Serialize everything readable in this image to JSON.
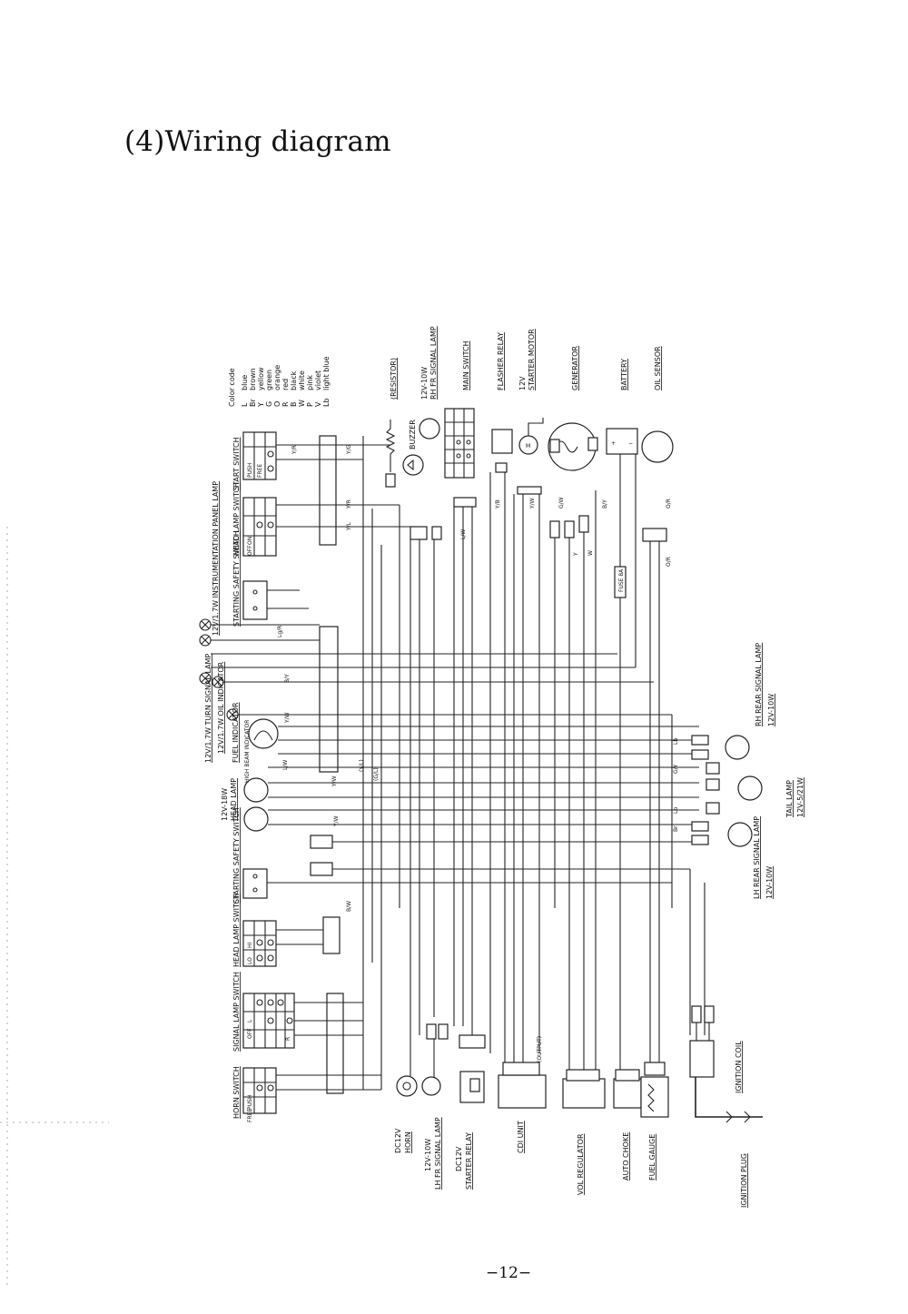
{
  "page": {
    "title": "(4)Wiring diagram",
    "page_number": "−12−"
  },
  "color_code": {
    "heading": "Color code",
    "entries": [
      {
        "code": "L",
        "name": "blue"
      },
      {
        "code": "Br",
        "name": "brown"
      },
      {
        "code": "Y",
        "name": "yellow"
      },
      {
        "code": "G",
        "name": "green"
      },
      {
        "code": "O",
        "name": "orange"
      },
      {
        "code": "R",
        "name": "red"
      },
      {
        "code": "B",
        "name": "black"
      },
      {
        "code": "W",
        "name": "white"
      },
      {
        "code": "P",
        "name": "pink"
      },
      {
        "code": "V",
        "name": "violet"
      },
      {
        "code": "Lb",
        "name": "light blue"
      }
    ]
  },
  "top_components": {
    "resistor": "(RESISTOR)",
    "buzzer": "BUZZER",
    "rh_fr_signal_lamp": [
      "12V-10W",
      "RH FR SIGNAL LAMP"
    ],
    "main_switch": "MAIN SWITCH",
    "flasher_relay": "FLASHER RELAY",
    "starter_motor": [
      "12V",
      "STARTER MOTOR"
    ],
    "generator": "GENERATOR",
    "battery": "BATTERY",
    "oil_sensor": "OIL SENSOR",
    "fuse": "FUSE 8A"
  },
  "left_components": {
    "start_switch": {
      "label": "START SWITCH",
      "rows": [
        "FREE",
        "PUSH"
      ]
    },
    "instrumentation_panel_lamp": "12V/1.7W INSTRUMENTATION PANEL LAMP",
    "head_lamp_switch_1": {
      "label": "HEAD LAMP SWITCH",
      "rows": [
        "ON",
        "OFF"
      ]
    },
    "starting_safety_switch_1": "STARTING SAFETY SWITCH",
    "turn_signal_lamp": "12V/1.7W TURN SIGNAL LAMP",
    "oil_indicator": "12V/1.7W OIL INDICATOR",
    "fuel_indicator": "FUEL INDICATOR",
    "head_lamp": [
      "12V-18W",
      "HEAD LAMP"
    ],
    "high_beam_indicator": "HIGH BEAM INDICATOR",
    "starting_safety_switch_2": "STARTING SAFETY SWITCH",
    "head_lamp_switch_2": {
      "label": "HEAD LAMP SWITCH",
      "rows": [
        "HI",
        "LO"
      ]
    },
    "signal_lamp_switch": {
      "label": "SIGNAL LAMP SWITCH",
      "rows": [
        "L",
        "OFF",
        "R"
      ]
    },
    "horn_switch": {
      "label": "HORN SWITCH",
      "rows": [
        "PUSH",
        "FREE"
      ]
    }
  },
  "bottom_components": {
    "horn": [
      "DC12V",
      "HORN"
    ],
    "lh_fr_signal_lamp": [
      "12V-10W",
      "LH FR SIGNAL LAMP"
    ],
    "starter_relay": [
      "DC12V",
      "STARTER RELAY"
    ],
    "cdi_unit": "CDI UNIT",
    "vol_regulator": "VOL REGULATOR",
    "auto_choke": "AUTO CHOKE",
    "fuel_gauge": "FUEL GAUGE",
    "ignition_coil": "IGNITION COIL",
    "ignition_plug": "IGNITION PLUG",
    "output_note": "(OUTPUT)"
  },
  "right_components": {
    "rh_rear_signal_lamp": [
      "RH REAR SIGNAL LAMP",
      "12V-10W"
    ],
    "tail_lamp": [
      "TAIL LAMP",
      "12V-5/21W"
    ],
    "lh_rear_signal_lamp": [
      "LH REAR SIGNAL LAMP",
      "12V-10W"
    ]
  },
  "wire_tags": [
    "Y/R",
    "Y/G",
    "Y/R",
    "Y/L",
    "Lg/R",
    "B/Y",
    "Y/W",
    "(Y/L)",
    "(G/L)",
    "L/W",
    "Y/W",
    "Lb",
    "G/Y",
    "Lb",
    "Br",
    "Y/W",
    "B/W",
    "L/W",
    "Y/B",
    "Y/W",
    "G/W",
    "B/Y",
    "Y",
    "W",
    "O/R",
    "O/R"
  ]
}
